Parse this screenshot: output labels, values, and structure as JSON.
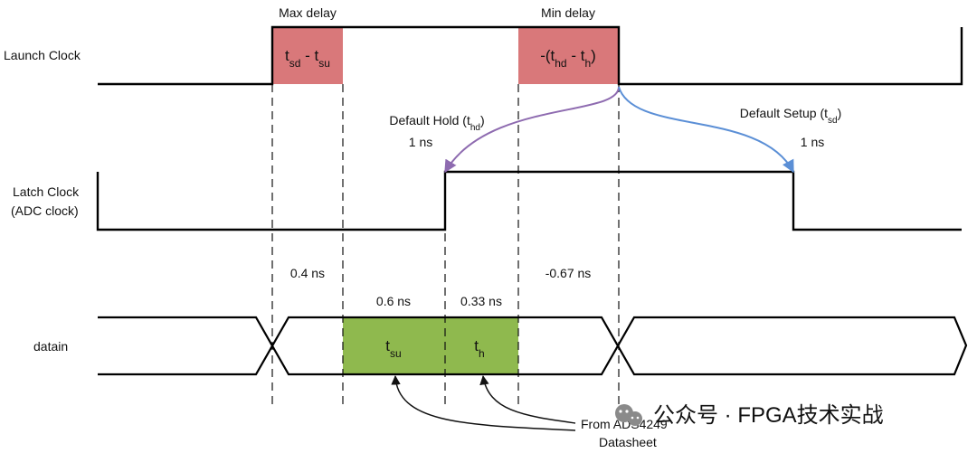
{
  "signals": {
    "launch_clock": "Launch Clock",
    "latch_clock_line1": "Latch Clock",
    "latch_clock_line2": "(ADC clock)",
    "datain": "datain"
  },
  "headers": {
    "max_delay": "Max delay",
    "min_delay": "Min delay"
  },
  "boxes": {
    "max": {
      "t1": "t",
      "s1": "sd",
      "sep": " - ",
      "t2": "t",
      "s2": "su"
    },
    "min": {
      "pre": "-(t",
      "s1": "hd",
      "sep": " - t",
      "s2": "h",
      "post": ")"
    },
    "tsu": {
      "t": "t",
      "s": "su"
    },
    "th": {
      "t": "t",
      "s": "h"
    }
  },
  "annotations": {
    "default_hold_pre": "Default Hold (t",
    "default_hold_sub": "hd",
    "default_hold_post": ")",
    "default_hold_value": "1 ns",
    "default_setup_pre": "Default Setup (t",
    "default_setup_sub": "sd",
    "default_setup_post": ")",
    "default_setup_value": "1 ns"
  },
  "timings": {
    "t1": "0.4 ns",
    "t2": "0.6 ns",
    "t3": "0.33 ns",
    "t4": "-0.67 ns"
  },
  "footnote": {
    "line1": "From ADS4249",
    "line2": "Datasheet"
  },
  "watermark": {
    "icon": "wechat-icon",
    "text": "公众号 · FPGA技术实战"
  },
  "colors": {
    "red_box": "#d9787a",
    "green_box": "#8fb94e",
    "hold_arrow": "#8e6bb0",
    "setup_arrow": "#5b8fd6"
  }
}
